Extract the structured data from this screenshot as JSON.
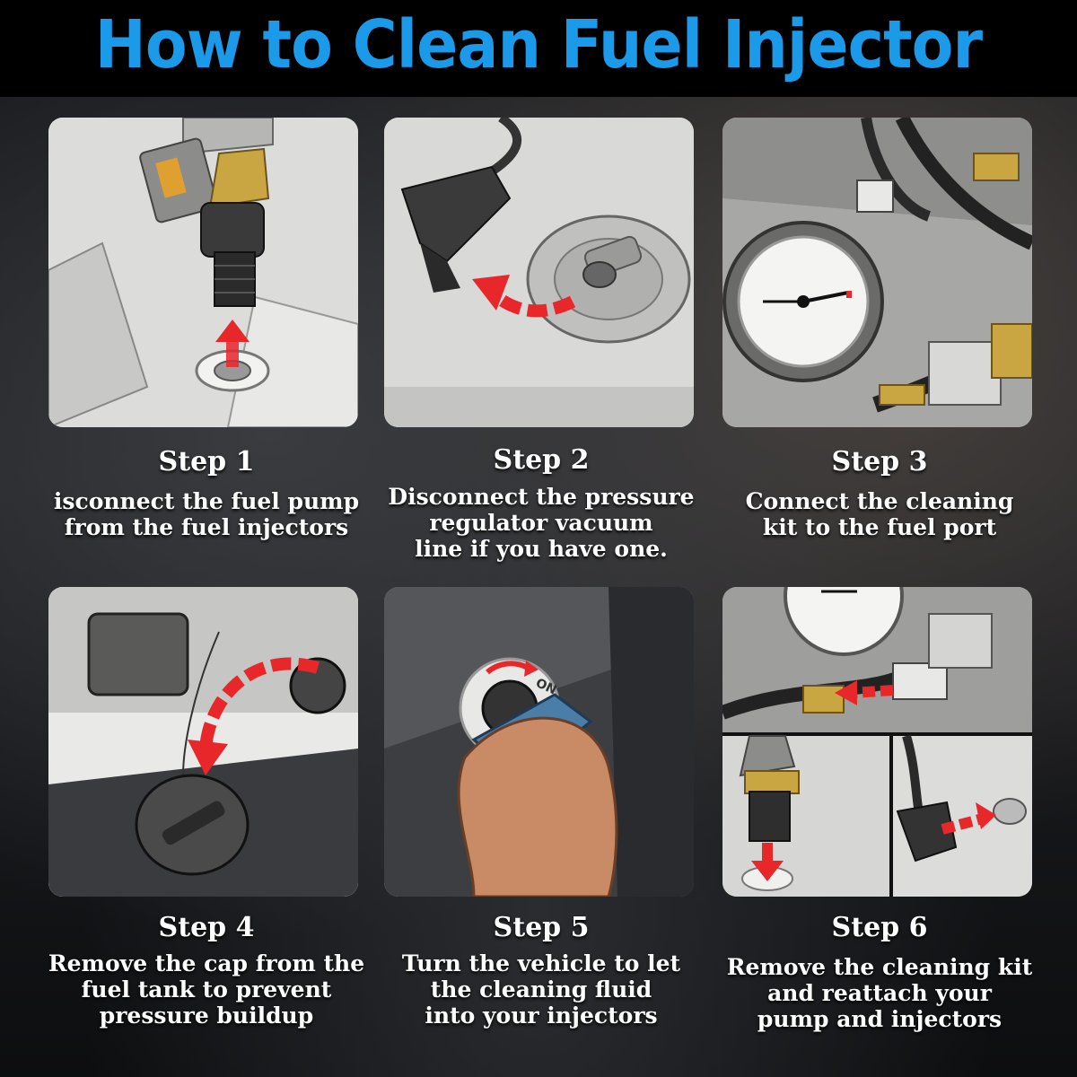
{
  "title": "How to Clean Fuel Injector",
  "steps": [
    {
      "title": "Step 1",
      "lines": [
        "isconnect the fuel pump",
        "from the fuel injectors"
      ]
    },
    {
      "title": "Step 2",
      "lines": [
        "Disconnect the pressure",
        "regulator vacuum",
        "line if you have one."
      ]
    },
    {
      "title": "Step 3",
      "lines": [
        "Connect the cleaning",
        "kit to the fuel port"
      ]
    },
    {
      "title": "Step 4",
      "lines": [
        "Remove the cap from the",
        "fuel tank to prevent",
        "pressure buildup"
      ]
    },
    {
      "title": "Step 5",
      "lines": [
        "Turn the vehicle to let",
        "the cleaning fluid",
        "into your injectors"
      ]
    },
    {
      "title": "Step 6",
      "lines": [
        "Remove the cleaning kit",
        "and reattach your",
        "pump and injectors"
      ]
    }
  ],
  "ignition_label": "ON",
  "colors": {
    "title": "#1a9ae8",
    "arrow": "#e8272a",
    "brass": "#c9a642"
  }
}
